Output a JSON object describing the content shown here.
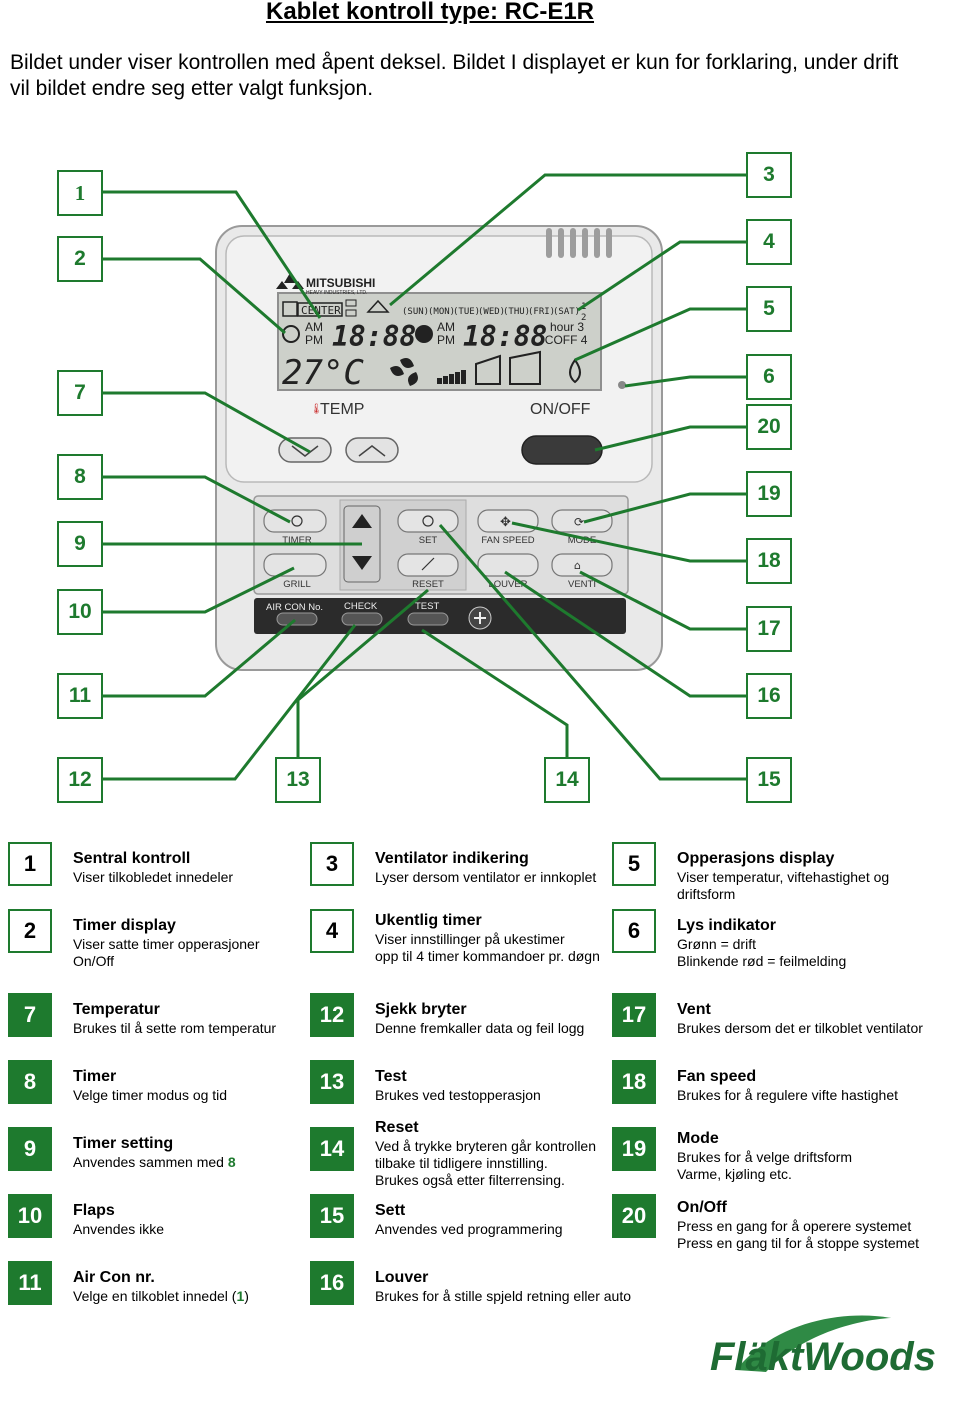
{
  "title": "Kablet kontroll type: RC-E1R",
  "intro": "Bildet under viser kontrollen med åpent deksel. Bildet I displayet er kun for forklaring, under drift vil bildet endre seg  etter valgt funksjon.",
  "device": {
    "brand": "MITSUBISHI",
    "brand_sub": "HEAVY INDUSTRIES, LTD.",
    "center": "CENTER",
    "days": [
      "SUN",
      "MON",
      "TUE",
      "WED",
      "THU",
      "FRI",
      "SAT"
    ],
    "am": "AM",
    "pm": "PM",
    "time1": "18:88",
    "time2": "18:88",
    "hour": "hour",
    "coff": "°COFF",
    "temp_value": "27°C",
    "temp_label": "TEMP",
    "onoff_label": "ON/OFF",
    "buttons": {
      "timer": "TIMER",
      "grill": "GRILL",
      "set": "SET",
      "reset": "RESET",
      "fan_speed": "FAN SPEED",
      "mode": "MODE",
      "louver": "LOUVER",
      "venti": "VENTI",
      "air_con_no": "AIR CON No.",
      "check": "CHECK",
      "test": "TEST"
    }
  },
  "callouts": [
    "1",
    "2",
    "7",
    "8",
    "9",
    "10",
    "11",
    "12",
    "13",
    "14",
    "15",
    "16",
    "17",
    "18",
    "19",
    "20",
    "6",
    "5",
    "4",
    "3"
  ],
  "legend": [
    {
      "num": "1",
      "title": "Sentral kontroll",
      "desc": [
        "Viser tilkobledet innedeler"
      ]
    },
    {
      "num": "2",
      "title": "Timer display",
      "desc": [
        "Viser satte timer opperasjoner",
        "On/Off"
      ]
    },
    {
      "num": "3",
      "title": "Ventilator indikering",
      "desc": [
        "Lyser dersom ventilator er innkoplet"
      ]
    },
    {
      "num": "4",
      "title": "Ukentlig timer",
      "desc": [
        "Viser innstillinger på ukestimer",
        "opp til 4 timer kommandoer pr. døgn"
      ]
    },
    {
      "num": "5",
      "title": "Opperasjons display",
      "desc": [
        "Viser temperatur, viftehastighet og",
        "driftsform"
      ]
    },
    {
      "num": "6",
      "title": "Lys indikator",
      "desc": [
        "Grønn = drift",
        "Blinkende rød = feilmelding"
      ]
    },
    {
      "num": "7",
      "title": "Temperatur",
      "desc": [
        "Brukes til å sette rom temperatur"
      ]
    },
    {
      "num": "8",
      "title": "Timer",
      "desc": [
        "Velge timer modus og tid"
      ]
    },
    {
      "num": "9",
      "title": "Timer setting",
      "desc_prefix": "Anvendes sammen med ",
      "desc_ref": "8"
    },
    {
      "num": "10",
      "title": "Flaps",
      "desc": [
        "Anvendes ikke"
      ]
    },
    {
      "num": "11",
      "title": "Air Con nr.",
      "desc_prefix": "Velge en tilkoblet innedel (",
      "desc_ref": "1",
      "desc_suffix": ")"
    },
    {
      "num": "12",
      "title": "Sjekk bryter",
      "desc": [
        "Denne fremkaller data og feil logg"
      ]
    },
    {
      "num": "13",
      "title": "Test",
      "desc": [
        "Brukes ved testopperasjon"
      ]
    },
    {
      "num": "14",
      "title": "Reset",
      "desc": [
        "Ved å trykke bryteren går kontrollen",
        "tilbake til tidligere innstilling.",
        "Brukes også etter filterrensing."
      ]
    },
    {
      "num": "15",
      "title": "Sett",
      "desc": [
        "Anvendes ved programmering"
      ]
    },
    {
      "num": "16",
      "title": "Louver",
      "desc": [
        "Brukes for å stille spjeld retning eller auto"
      ]
    },
    {
      "num": "17",
      "title": "Vent",
      "desc": [
        "Brukes dersom det er tilkoblet ventilator"
      ]
    },
    {
      "num": "18",
      "title": "Fan speed",
      "desc": [
        "Brukes for å regulere vifte hastighet"
      ]
    },
    {
      "num": "19",
      "title": "Mode",
      "desc": [
        "Brukes for å velge driftsform",
        "Varme, kjøling etc."
      ]
    },
    {
      "num": "20",
      "title": "On/Off",
      "desc": [
        "Press en gang for å operere systemet",
        "Press en gang til for å stoppe systemet"
      ]
    }
  ],
  "logo": "FläktWoods",
  "colors": {
    "accent": "#1e7a2e",
    "panel": "#ececec",
    "lcd": "#cfd2cc"
  }
}
